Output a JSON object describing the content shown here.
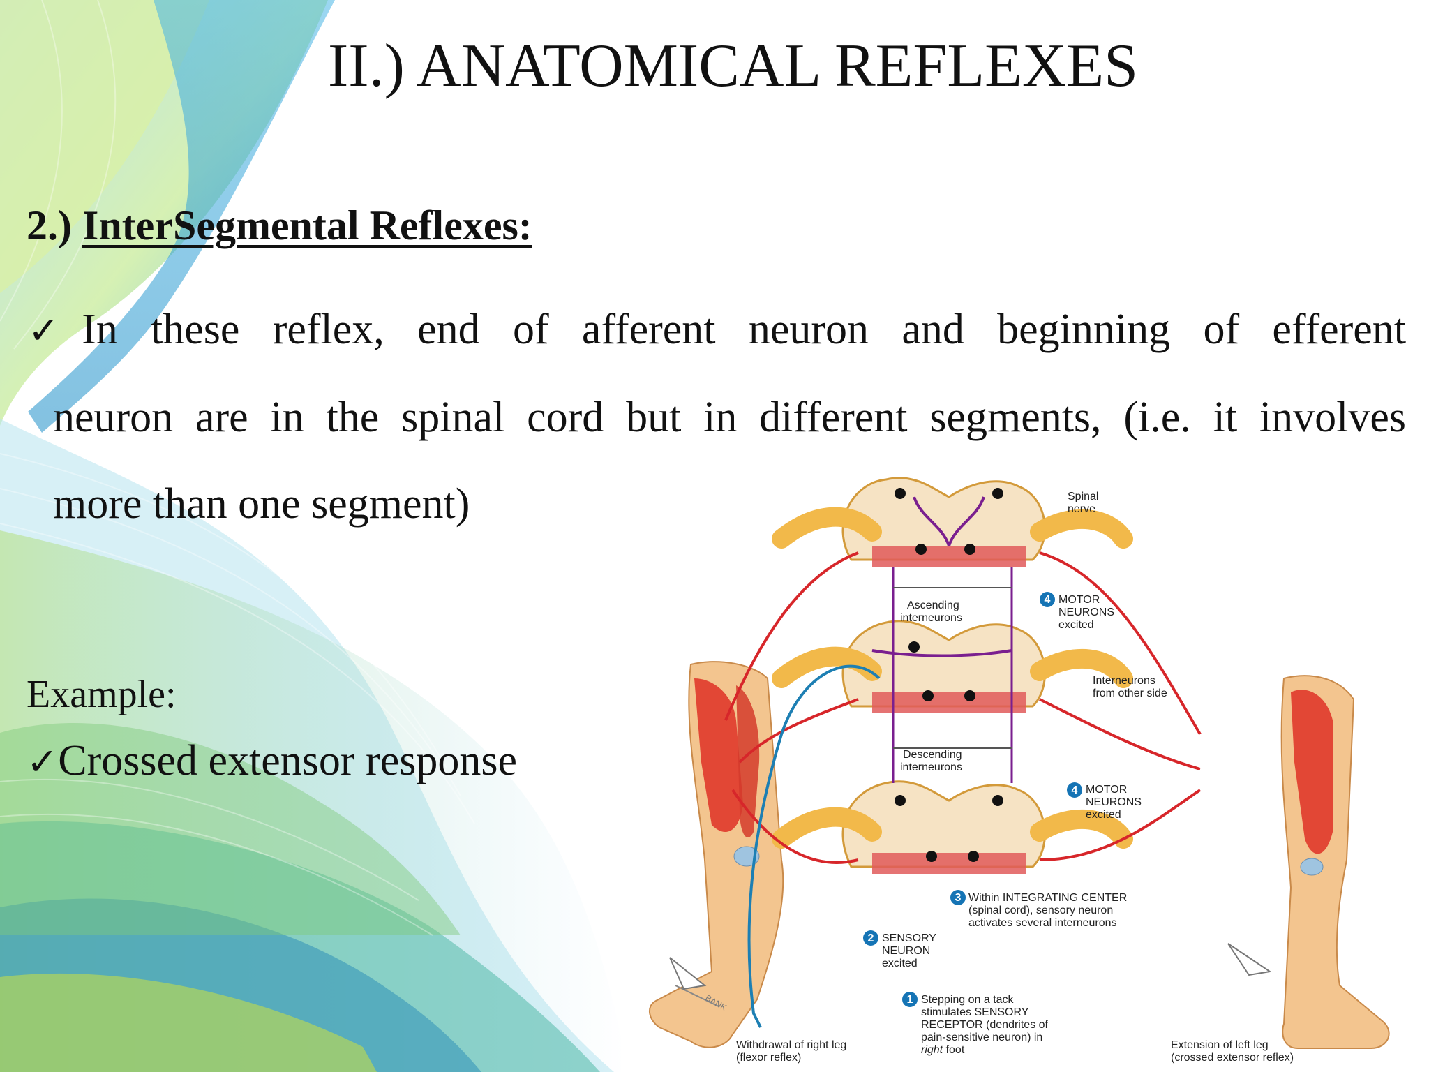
{
  "slide": {
    "title": "II.) ANATOMICAL REFLEXES",
    "subheading_number": "2.)",
    "subheading_text": "InterSegmental Reflexes:",
    "bullet_mark": "✓",
    "paragraph_line1": "In these reflex, end of afferent neuron and beginning of efferent",
    "paragraph_line2": "neuron are in the spinal cord but in different segments, (i.e. it involves",
    "paragraph_line3": "more than one segment)",
    "example_label": "Example:",
    "example_item": "Crossed extensor response"
  },
  "figure": {
    "labels": {
      "spinal_nerve_1": "Spinal",
      "spinal_nerve_2": "nerve",
      "ascending_1": "Ascending",
      "ascending_2": "interneurons",
      "motor_top_num": "4",
      "motor_top_1": "MOTOR",
      "motor_top_2": "NEURONS",
      "motor_top_3": "excited",
      "interneurons_other_1": "Interneurons",
      "interneurons_other_2": "from other side",
      "descending_1": "Descending",
      "descending_2": "interneurons",
      "motor_bottom_num": "4",
      "motor_bottom_1": "MOTOR",
      "motor_bottom_2": "NEURONS",
      "motor_bottom_3": "excited",
      "integrating_num": "3",
      "integrating_1": "Within INTEGRATING CENTER",
      "integrating_2": "(spinal cord), sensory neuron",
      "integrating_3": "activates several interneurons",
      "sensory_num": "2",
      "sensory_1": "SENSORY",
      "sensory_2": "NEURON",
      "sensory_3": "excited",
      "stepping_num": "1",
      "stepping_1": "Stepping on a tack",
      "stepping_2": "stimulates SENSORY",
      "stepping_3": "RECEPTOR (dendrites of",
      "stepping_4": "pain-sensitive neuron) in",
      "stepping_5a": "right",
      "stepping_5b": " foot",
      "withdrawal_1": "Withdrawal of right leg",
      "withdrawal_2": "(flexor reflex)",
      "extension_1": "Extension of left leg",
      "extension_2": "(crossed extensor reflex)",
      "artist": "BANK"
    },
    "colors": {
      "cord_cream": "#f6e3c4",
      "cord_orange": "#f2b94a",
      "muscle_red": "#e0392b",
      "nerve_red": "#d7262a",
      "sensory_blue": "#1d7fb3",
      "interneuron_purple": "#7a1f8f",
      "skin": "#f3c58f",
      "badge_blue": "#1574b5"
    }
  }
}
